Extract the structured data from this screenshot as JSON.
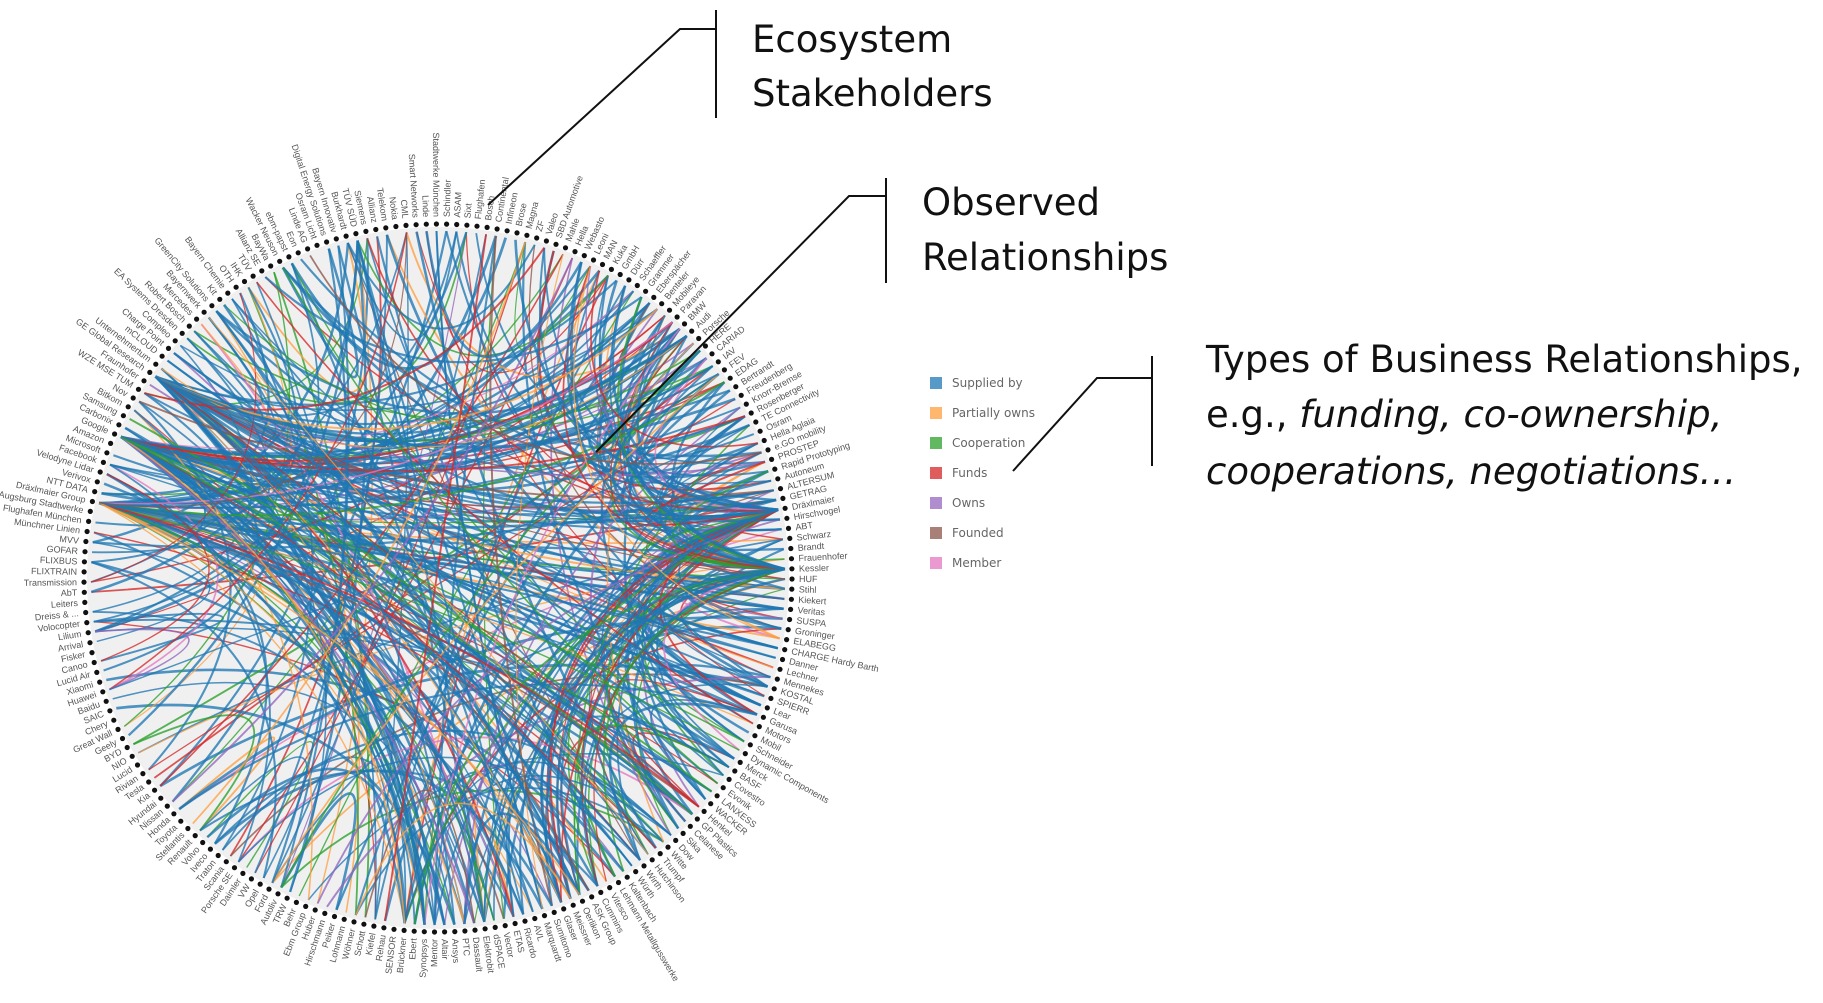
{
  "callouts": {
    "ecosystem": {
      "line1": "Ecosystem",
      "line2": "Stakeholders"
    },
    "observed": {
      "line1": "Observed",
      "line2": "Relationships"
    },
    "types": {
      "line1": "Types of Business Relationships,",
      "line2_prefix": "e.g., ",
      "line2_italic": "funding, co-ownership,",
      "line3_italic": "cooperations, negotiations…"
    }
  },
  "legend": [
    {
      "label": "Supplied by",
      "color": "#1f77b4"
    },
    {
      "label": "Partially owns",
      "color": "#ff9f40"
    },
    {
      "label": "Cooperation",
      "color": "#2ca02c"
    },
    {
      "label": "Funds",
      "color": "#d62728"
    },
    {
      "label": "Owns",
      "color": "#9467bd"
    },
    {
      "label": "Founded",
      "color": "#8c564b"
    },
    {
      "label": "Member",
      "color": "#e377c2"
    }
  ],
  "stakeholder_labels": [
    "Digital Energy Solutions",
    "Bayern Innovativ",
    "Burkhardt",
    "TÜV SÜD",
    "Siemens",
    "Allianz",
    "Telekom",
    "Nokia",
    "CML",
    "Smart Networks",
    "Linde",
    "Stadtwerke München",
    "Schindler",
    "ASAM",
    "Sixt",
    "Flughafen",
    "Bosch",
    "Continental",
    "Infineon",
    "Brose",
    "Magna",
    "ZF",
    "Valeo",
    "SBD Automotive",
    "Mahle",
    "Hella",
    "Webasto",
    "Leoni",
    "MAN",
    "Kuka",
    "GmbH",
    "Dürr",
    "Schaeffler",
    "Grammer",
    "Eberspächer",
    "Benteler",
    "Mobileye",
    "Paravan",
    "BMW",
    "Audi",
    "Porsche",
    "HERE",
    "CARIAD",
    "IAV",
    "FEV",
    "EDAG",
    "Bertrandt",
    "Freudenberg",
    "Knorr-Bremse",
    "Rosenberger",
    "TE Connectivity",
    "Osram",
    "Hella Aglaia",
    "e.GO mobility",
    "PROSTEP",
    "Rapid Prototyping",
    "Autoneum",
    "ALTERSUM",
    "GETRAG",
    "Dräxlmaier",
    "Hirschvogel",
    "ABT",
    "Schwarz",
    "Brandt",
    "Frauenhofer",
    "Kessler",
    "HUF",
    "Stihl",
    "Kiekert",
    "Veritas",
    "SUSPA",
    "Groninger",
    "ELABEGG",
    "CHARGE Hardy Barth",
    "Danner",
    "Lechner",
    "Mennekes",
    "KOSTAL",
    "SPIERR",
    "Lear",
    "Garusa",
    "Motors",
    "Mobil",
    "Schneider",
    "Dynamic Components",
    "Merck",
    "BASF",
    "Covestro",
    "Evonik",
    "LANXESS",
    "WACKER",
    "Henkel",
    "GP Plastics",
    "Celanese",
    "Sika",
    "Dow",
    "Witte",
    "Trumpf",
    "Hutchinson",
    "Wirth",
    "Würth",
    "Kaltenbach",
    "Lehmann Metallgusswerke",
    "Vitesco",
    "Cummins",
    "ASK Group",
    "Oerlikon",
    "Meissner",
    "Glaser",
    "Sumitomo",
    "Marquardt",
    "AVL",
    "Ricardo",
    "ETAS",
    "Vector",
    "dSPACE",
    "Elektrobit",
    "Dassault",
    "PTC",
    "Ansys",
    "Altair",
    "Mentor",
    "Synopsys",
    "Ebert",
    "Brückner",
    "SENSOR",
    "Rehau",
    "Kiefel",
    "Schott",
    "Wöhner",
    "Lohmann",
    "Peiker",
    "Hirschmann",
    "Huber",
    "Ebm Group",
    "Behr",
    "TRW",
    "Autoliv",
    "Ford",
    "Opel",
    "VW",
    "Daimler",
    "Porsche SE",
    "Scania",
    "Traton",
    "Iveco",
    "Volvo",
    "Renault",
    "Stellantis",
    "Toyota",
    "Honda",
    "Nissan",
    "Hyundai",
    "Kia",
    "Tesla",
    "Rivian",
    "Lucid",
    "NIO",
    "BYD",
    "Geely",
    "Great Wall",
    "Chery",
    "SAIC",
    "Baidu",
    "Huawei",
    "Xiaomi",
    "Lucid Air",
    "Canoo",
    "Fisker",
    "Arrival",
    "Lilium",
    "Volocopter",
    "Dreiss & ...",
    "Leiters",
    "AbT",
    "Transmission",
    "FLIXTRAIN",
    "FLIXBUS",
    "GOFAR",
    "MVV",
    "Münchner Linien",
    "Flughafen München",
    "Augsburg Stadtwerke",
    "Dräxlmaier Group",
    "NTT DATA",
    "Verivox",
    "Velodyne Lidar",
    "Facebook",
    "Microsoft",
    "Amazon",
    "Google",
    "Carbonix",
    "Samsung",
    "Bitkom",
    "Nov",
    "WZE MSE TUM",
    "Fraunhofer",
    "GE Global Research",
    "Unternehmertum",
    "mCLOUD",
    "Charge Point",
    "Compleo",
    "EA Systems Dresden",
    "Robert Bosch",
    "Mercedes",
    "Bayernwerk",
    "GreenCity Solutions",
    "Kit",
    "Bayern Chemie",
    "OTH",
    "IHK",
    "TÜV",
    "Allianz SE",
    "BayWa",
    "Wacker Neuson",
    "ebm-papst",
    "Eon",
    "Linde AG",
    "Osram Licht"
  ]
}
